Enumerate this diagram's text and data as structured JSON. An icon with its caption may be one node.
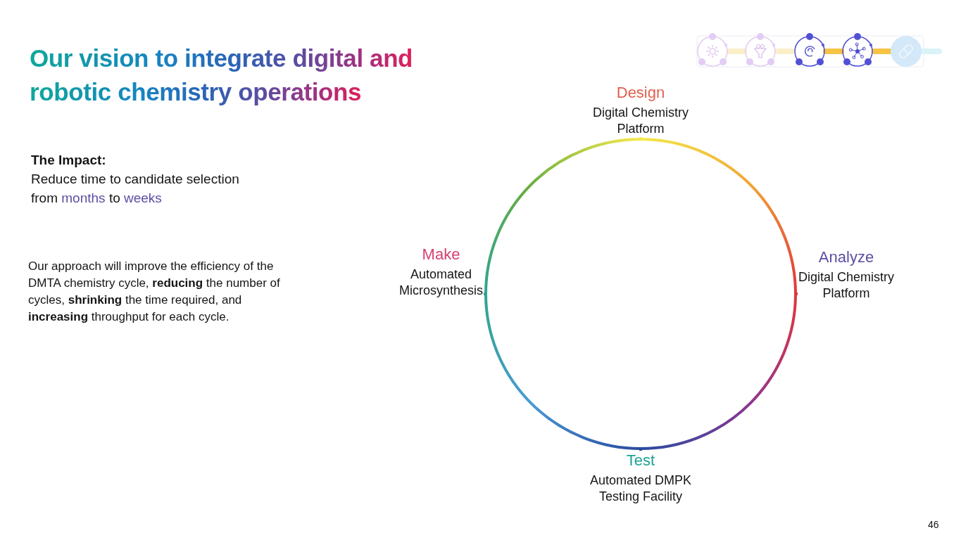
{
  "diagram": {
    "title": "Our vision to integrate digital and robotic chemistry operations",
    "nodes": [
      {
        "text": [
          "Design",
          "Digital Chemistry Platform"
        ]
      },
      {
        "text": [
          "Make",
          "Automated Microsynthesis"
        ]
      },
      {
        "text": [
          "Analyze",
          "Digital Chemistry Platform"
        ]
      },
      {
        "text": [
          "Test",
          "Automated DMPK Testing Facility"
        ]
      }
    ],
    "edges": [
      {
        "from": 0,
        "to": 1,
        "arrow": "none",
        "color": "#6aae3e"
      },
      {
        "from": 1,
        "to": 3,
        "arrow": "none",
        "color": "#4a9bd6"
      },
      {
        "from": 3,
        "to": 2,
        "arrow": "none",
        "color": "#8e3592"
      },
      {
        "from": 2,
        "to": 0,
        "arrow": "none",
        "color": "#f0a535"
      }
    ],
    "labels": [
      "The Impact:",
      "Reduce time to candidate selection from months to weeks",
      "Our approach will improve the efficiency of the DMTA chemistry cycle, **reducing** the number of cycles, **shrinking** the time required, and **increasing** throughput for each cycle.",
      "46"
    ]
  }
}
